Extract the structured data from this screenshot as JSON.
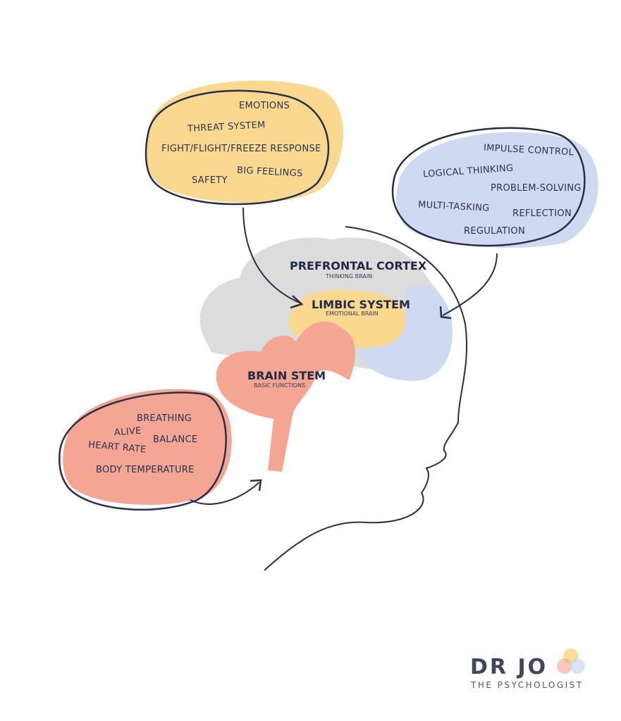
{
  "colors": {
    "emotional": "#f9d98f",
    "thinking": "#cfd9f0",
    "survival": "#f2a693",
    "cortex": "#dcdcdc",
    "ink": "#2b2d4a"
  },
  "bubbles": {
    "limbic": [
      "EMOTIONS",
      "THREAT SYSTEM",
      "FIGHT/FLIGHT/FREEZE RESPONSE",
      "BIG FEELINGS",
      "SAFETY"
    ],
    "prefrontal": [
      "IMPULSE CONTROL",
      "LOGICAL THINKING",
      "PROBLEM-SOLVING",
      "MULTI-TASKING",
      "REFLECTION",
      "REGULATION"
    ],
    "brainstem": [
      "BREATHING",
      "ALIVE",
      "BALANCE",
      "HEART RATE",
      "BODY TEMPERATURE"
    ]
  },
  "regions": {
    "prefrontal": {
      "title": "PREFRONTAL CORTEX",
      "subtitle": "THINKING BRAIN"
    },
    "limbic": {
      "title": "LIMBIC SYSTEM",
      "subtitle": "EMOTIONAL BRAIN"
    },
    "brainstem": {
      "title": "BRAIN STEM",
      "subtitle": "BASIC FUNCTIONS"
    }
  },
  "logo": {
    "name": "DR JO",
    "tagline": "THE PSYCHOLOGIST"
  }
}
